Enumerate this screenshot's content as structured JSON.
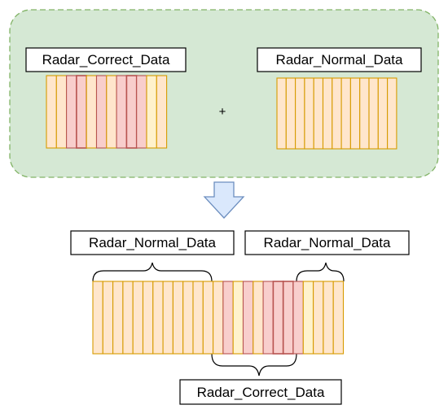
{
  "top_group": {
    "left_label": "Radar_Correct_Data",
    "right_label": "Radar_Normal_Data",
    "operator": "+",
    "left_cells": [
      "light",
      "light",
      "pink",
      "dark",
      "light",
      "pink",
      "light",
      "pink",
      "dark",
      "pink",
      "yellow",
      "light"
    ],
    "right_cells": [
      "light",
      "light",
      "light",
      "light",
      "light",
      "light",
      "light",
      "light",
      "light",
      "light",
      "light",
      "light",
      "light"
    ]
  },
  "bottom_group": {
    "top_left_label": "Radar_Normal_Data",
    "top_right_label": "Radar_Normal_Data",
    "bottom_label": "Radar_Correct_Data",
    "cells": [
      "light",
      "light",
      "light",
      "light",
      "light",
      "light",
      "light",
      "light",
      "light",
      "light",
      "light",
      "light",
      "light",
      "pink",
      "yellow",
      "pink",
      "light",
      "pink",
      "dark",
      "dark",
      "pink",
      "yellow",
      "light",
      "light",
      "light"
    ]
  },
  "colors": {
    "group_fill": "#d5e8d4",
    "group_border": "#82b366",
    "cell_light": "#ffe6cc",
    "cell_pink": "#f8cecc",
    "cell_dark": "#f8cecc",
    "cell_yellow": "#fff2cc",
    "cell_border_orange": "#d79b00",
    "cell_border_red": "#b85450",
    "arrow_fill": "#dae8fc",
    "arrow_border": "#6c8ebf"
  }
}
